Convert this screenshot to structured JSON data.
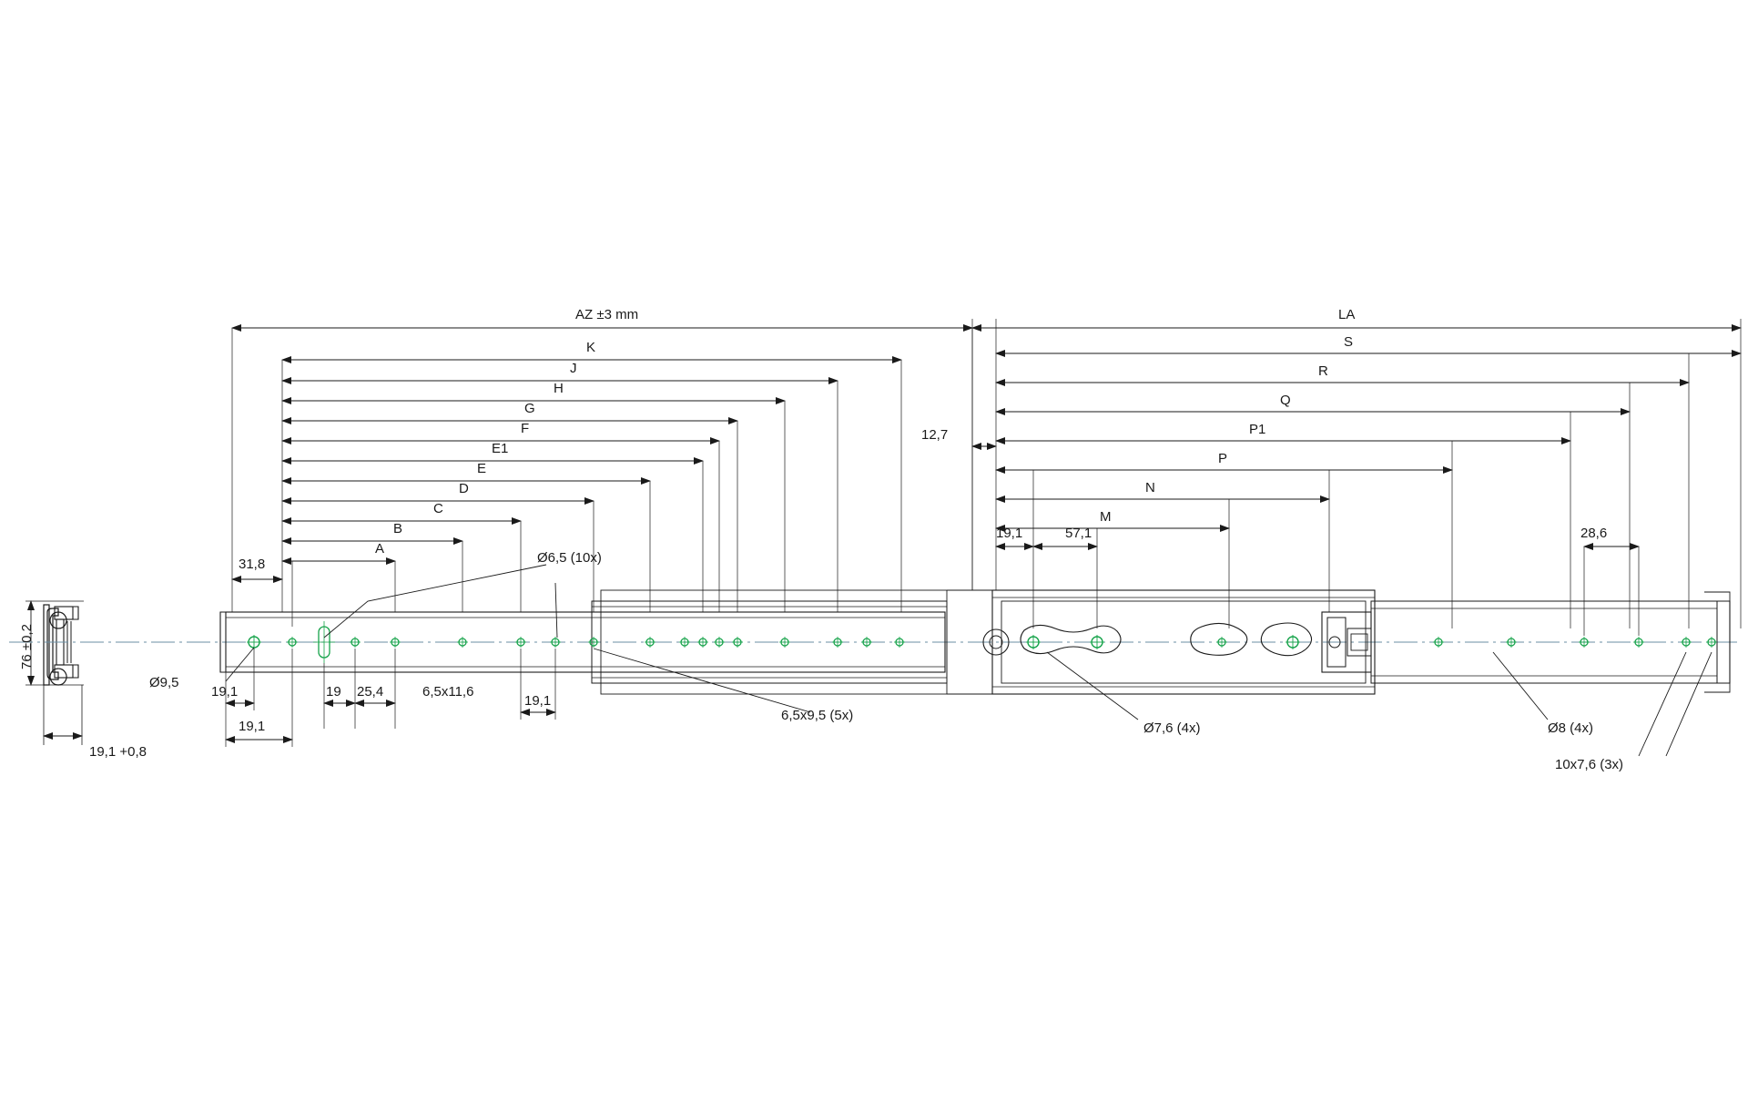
{
  "drawing": {
    "title": "Telescopic drawer slide technical drawing",
    "units": "mm",
    "colors": {
      "line": "#1a1a1a",
      "hole": "#16a34a",
      "centerline": "#6b8fa3"
    },
    "cross_section": {
      "height_label": "76 ±0,2",
      "width_label": "19,1 +0,8"
    },
    "dimension_chains_left": [
      {
        "key": "AZ",
        "label": "AZ ±3 mm"
      },
      {
        "key": "K",
        "label": "K"
      },
      {
        "key": "J",
        "label": "J"
      },
      {
        "key": "H",
        "label": "H"
      },
      {
        "key": "G",
        "label": "G"
      },
      {
        "key": "F",
        "label": "F"
      },
      {
        "key": "E1",
        "label": "E1"
      },
      {
        "key": "E",
        "label": "E"
      },
      {
        "key": "D",
        "label": "D"
      },
      {
        "key": "C",
        "label": "C"
      },
      {
        "key": "B",
        "label": "B"
      },
      {
        "key": "A",
        "label": "A"
      }
    ],
    "dimension_chains_right": [
      {
        "key": "LA",
        "label": "LA"
      },
      {
        "key": "S",
        "label": "S"
      },
      {
        "key": "R",
        "label": "R"
      },
      {
        "key": "Q",
        "label": "Q"
      },
      {
        "key": "P1",
        "label": "P1"
      },
      {
        "key": "P",
        "label": "P"
      },
      {
        "key": "N",
        "label": "N"
      },
      {
        "key": "M",
        "label": "M"
      }
    ],
    "linear_dimensions": [
      {
        "id": "d-31-8",
        "label": "31,8"
      },
      {
        "id": "d-19-1-a",
        "label": "19,1"
      },
      {
        "id": "d-19-1-b",
        "label": "19,1"
      },
      {
        "id": "d-19",
        "label": "19"
      },
      {
        "id": "d-25-4",
        "label": "25,4"
      },
      {
        "id": "d-19-1-c",
        "label": "19,1"
      },
      {
        "id": "d-12-7",
        "label": "12,7"
      },
      {
        "id": "d-19-1-d",
        "label": "19,1"
      },
      {
        "id": "d-57-1",
        "label": "57,1"
      },
      {
        "id": "d-28-6",
        "label": "28,6"
      }
    ],
    "hole_callouts": [
      {
        "id": "c-9-5",
        "label": "Ø9,5"
      },
      {
        "id": "c-6-5-11-6",
        "label": "6,5x11,6"
      },
      {
        "id": "c-6-5-10x",
        "label": "Ø6,5 (10x)"
      },
      {
        "id": "c-6-5-9-5",
        "label": "6,5x9,5 (5x)"
      },
      {
        "id": "c-7-6",
        "label": "Ø7,6 (4x)"
      },
      {
        "id": "c-8",
        "label": "Ø8 (4x)"
      },
      {
        "id": "c-10-7-6",
        "label": "10x7,6 (3x)"
      }
    ]
  }
}
